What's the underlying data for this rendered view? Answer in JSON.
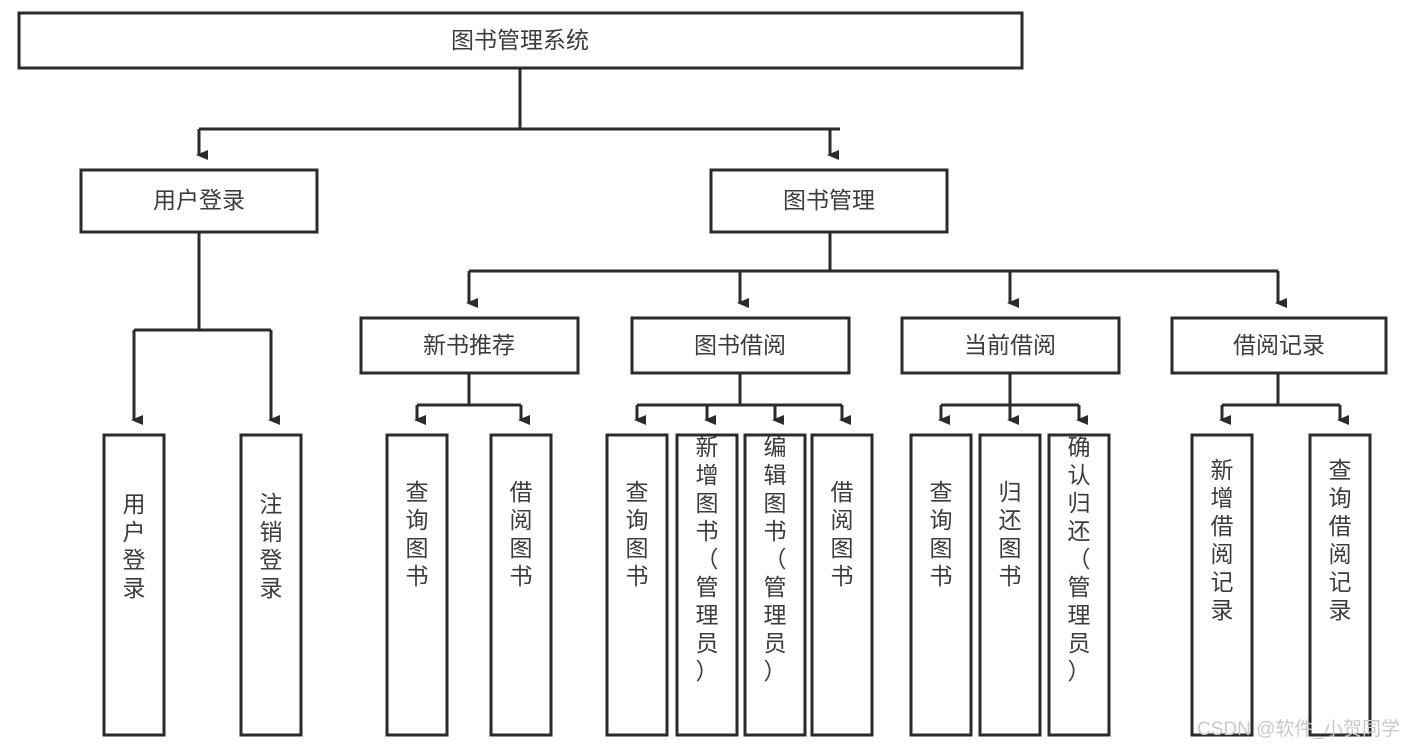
{
  "diagram": {
    "title": "图书管理系统",
    "type": "tree-hierarchy-diagram",
    "colors": {
      "background": "#ffffff",
      "box_fill": "#ffffff",
      "box_stroke": "#2b2b2b",
      "text": "#3c3c3c",
      "connector": "#2b2b2b",
      "watermark": "#c9c9c9"
    },
    "root": {
      "label": "图书管理系统"
    },
    "level2": [
      {
        "label": "用户登录"
      },
      {
        "label": "图书管理"
      }
    ],
    "level3": [
      {
        "label": "新书推荐"
      },
      {
        "label": "图书借阅"
      },
      {
        "label": "当前借阅"
      },
      {
        "label": "借阅记录"
      }
    ],
    "leaves": {
      "user_login": [
        {
          "label": "用户登录"
        },
        {
          "label": "注销登录"
        }
      ],
      "new_book_recommend": [
        {
          "label": "查询图书"
        },
        {
          "label": "借阅图书"
        }
      ],
      "book_borrow": [
        {
          "label": "查询图书"
        },
        {
          "label": "新增图书（管理员）"
        },
        {
          "label": "编辑图书（管理员）"
        },
        {
          "label": "借阅图书"
        }
      ],
      "current_borrow": [
        {
          "label": "查询图书"
        },
        {
          "label": "归还图书"
        },
        {
          "label": "确认归还（管理员）"
        }
      ],
      "borrow_record": [
        {
          "label": "新增借阅记录"
        },
        {
          "label": "查询借阅记录"
        }
      ]
    }
  },
  "watermark": {
    "text": "CSDN @软件_小贺同学"
  }
}
